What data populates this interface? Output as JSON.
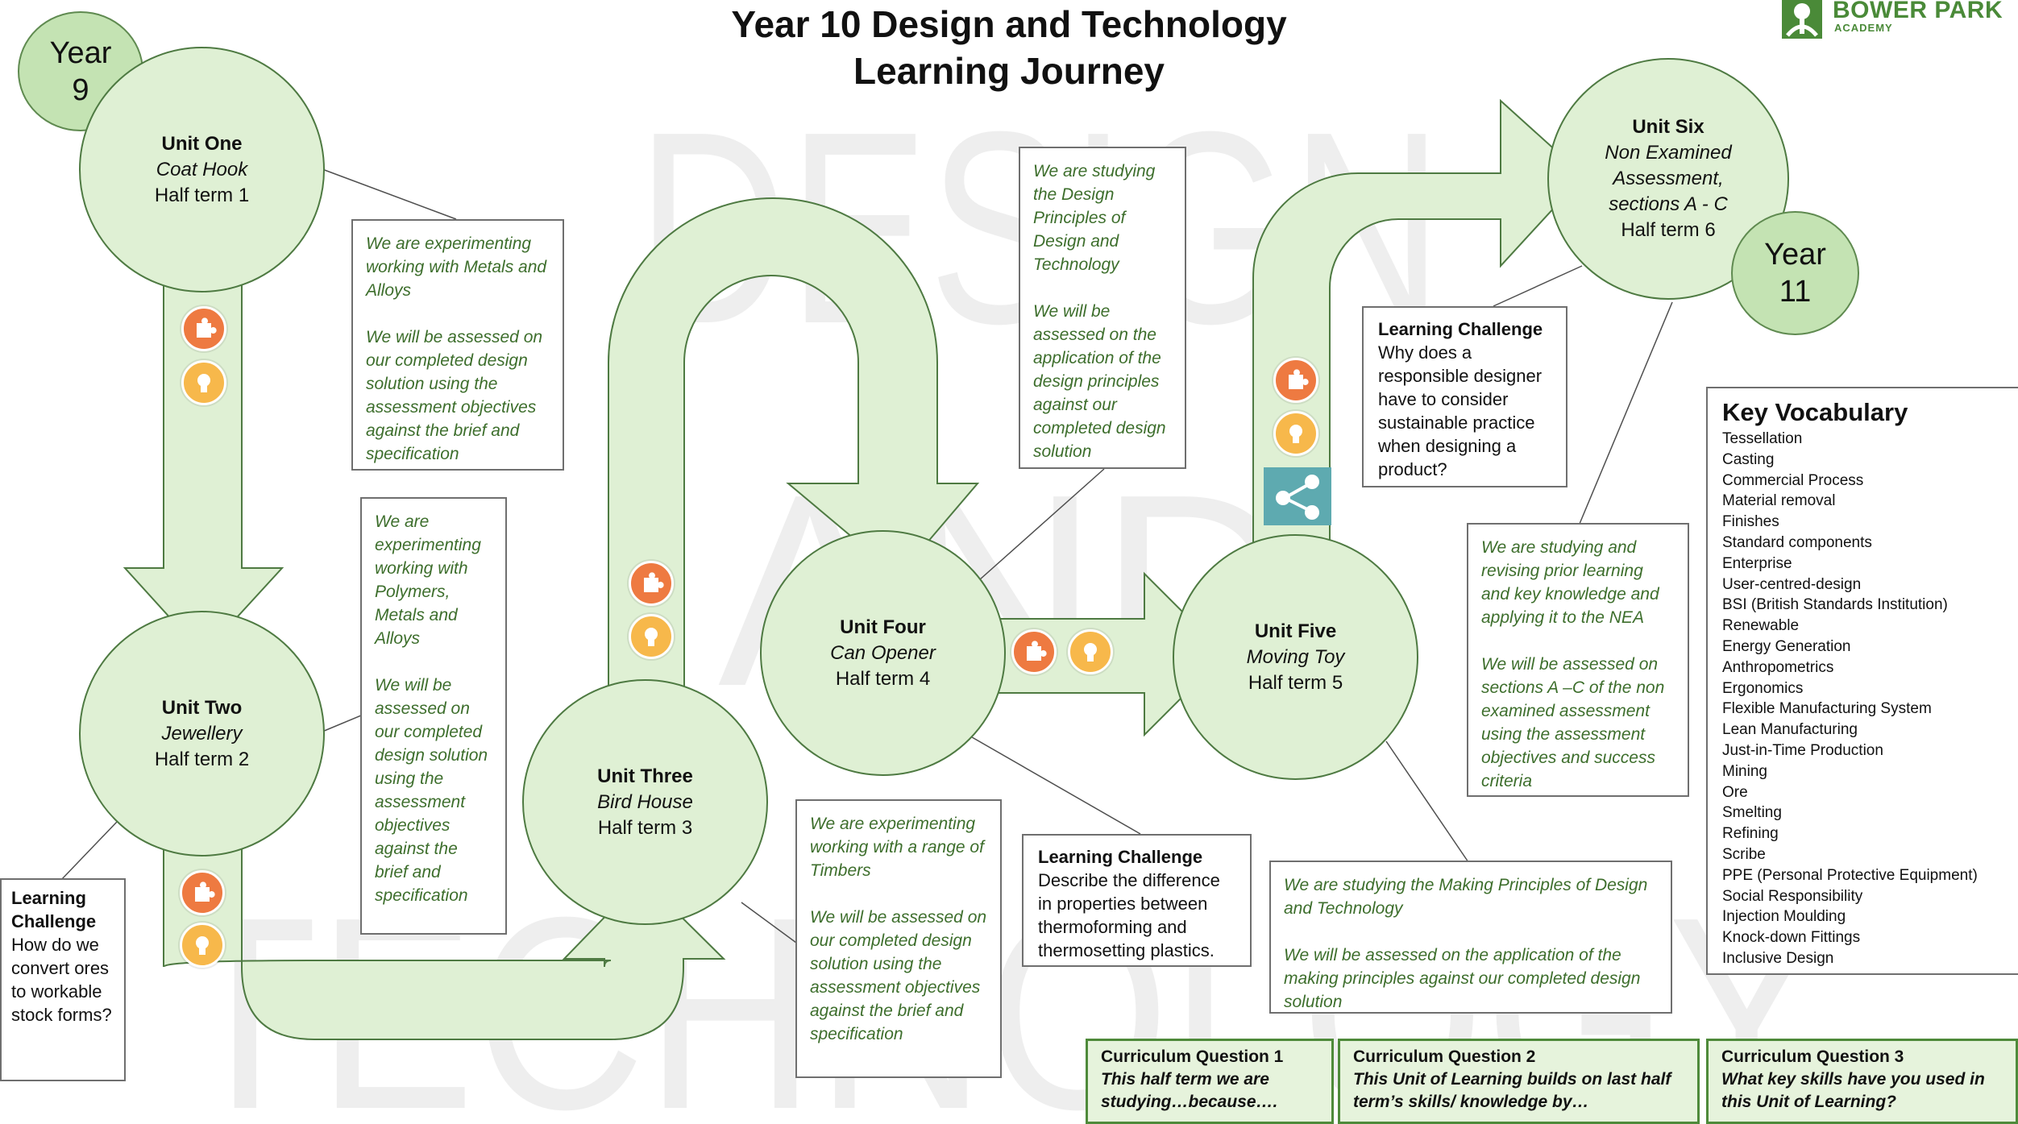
{
  "title": {
    "line1": "Year 10 Design and Technology",
    "line2": "Learning Journey"
  },
  "logo": {
    "name": "BOWER PARK",
    "sub": "ACADEMY"
  },
  "watermark": {
    "line1": "DESIGN",
    "line2": "AND",
    "line3": "TECHNOLOGY"
  },
  "year_markers": {
    "start": {
      "word": "Year",
      "number": "9"
    },
    "end": {
      "word": "Year",
      "number": "11"
    }
  },
  "units": [
    {
      "title": "Unit One",
      "project": "Coat Hook",
      "term": "Half term 1"
    },
    {
      "title": "Unit Two",
      "project": "Jewellery",
      "term": "Half term 2"
    },
    {
      "title": "Unit Three",
      "project": "Bird House",
      "term": "Half term 3"
    },
    {
      "title": "Unit Four",
      "project": "Can Opener",
      "term": "Half term 4"
    },
    {
      "title": "Unit Five",
      "project": "Moving Toy",
      "term": "Half term 5"
    },
    {
      "title": "Unit Six",
      "project_lines": [
        "Non Examined",
        "Assessment,",
        "sections A - C"
      ],
      "term": "Half term 6"
    }
  ],
  "notes": {
    "unit1": {
      "studying": "We are experimenting working with Metals and Alloys",
      "assessed": "We will be assessed on our completed design solution using the assessment objectives against the brief and specification"
    },
    "unit2": {
      "studying": "We are experimenting working with Polymers, Metals and Alloys",
      "assessed": "We will be assessed on our completed design solution using the assessment objectives against the brief and specification"
    },
    "unit3": {
      "studying": "We are experimenting working with a range of Timbers",
      "assessed": "We will be assessed on our completed design solution using the assessment objectives against the brief and specification"
    },
    "unit4": {
      "studying": "We are studying the Design Principles of Design and Technology",
      "assessed": "We will be assessed on the application of the design principles against our completed design solution"
    },
    "unit5": {
      "studying": "We are studying the Making Principles of Design and Technology",
      "assessed": "We will be assessed on the application of the making principles against our completed design solution"
    },
    "unit6": {
      "studying": "We are studying and revising prior learning and key knowledge and applying it to the NEA",
      "assessed": "We will be assessed on sections A –C of the non examined assessment using the assessment objectives and success criteria"
    }
  },
  "learning_challenges": [
    {
      "heading": "Learning Challenge",
      "text": "How do we convert ores to workable stock forms?"
    },
    {
      "heading": "Learning Challenge",
      "text": "Describe the difference in properties between thermoforming and thermosetting plastics."
    },
    {
      "heading": "Learning Challenge",
      "text": "Why does a responsible designer have to consider sustainable practice when designing a product?"
    }
  ],
  "key_vocabulary": {
    "title": "Key Vocabulary",
    "items": [
      "Tessellation",
      "Casting",
      "Commercial Process",
      "Material removal",
      "Finishes",
      "Standard components",
      "Enterprise",
      "User-centred-design",
      "BSI (British Standards Institution)",
      "Renewable",
      "Energy Generation",
      "Anthropometrics",
      "Ergonomics",
      "Flexible Manufacturing System",
      "Lean Manufacturing",
      "Just-in-Time Production",
      "Mining",
      "Ore",
      "Smelting",
      "Refining",
      "Scribe",
      "PPE (Personal Protective Equipment)",
      "Social Responsibility",
      "Injection Moulding",
      "Knock-down Fittings",
      "Inclusive Design"
    ]
  },
  "curriculum_questions": [
    {
      "heading": "Curriculum  Question 1",
      "text": "This half term we are studying…because…."
    },
    {
      "heading": "Curriculum  Question  2",
      "text": "This Unit of Learning builds on last half term’s skills/ knowledge by…"
    },
    {
      "heading": "Curriculum  Question 3",
      "text": "What key skills have you used in this Unit of Learning?"
    }
  ],
  "badges": [
    {
      "type": "problem-solving",
      "icon": "puzzle-icon"
    },
    {
      "type": "creativity",
      "icon": "lightbulb-icon"
    },
    {
      "type": "collaboration",
      "icon": "share-icon"
    }
  ],
  "colors": {
    "path_fill": "#dff0d4",
    "path_stroke": "#4e7a42",
    "year_fill": "#c4e3b3",
    "note_text": "#3d6e2c",
    "problem_badge": "#ee7a41",
    "creativity_badge": "#f7b84b",
    "share_tile": "#5eaab0",
    "brand_green": "#4a8a38",
    "question_fill": "#e6f3dc"
  }
}
